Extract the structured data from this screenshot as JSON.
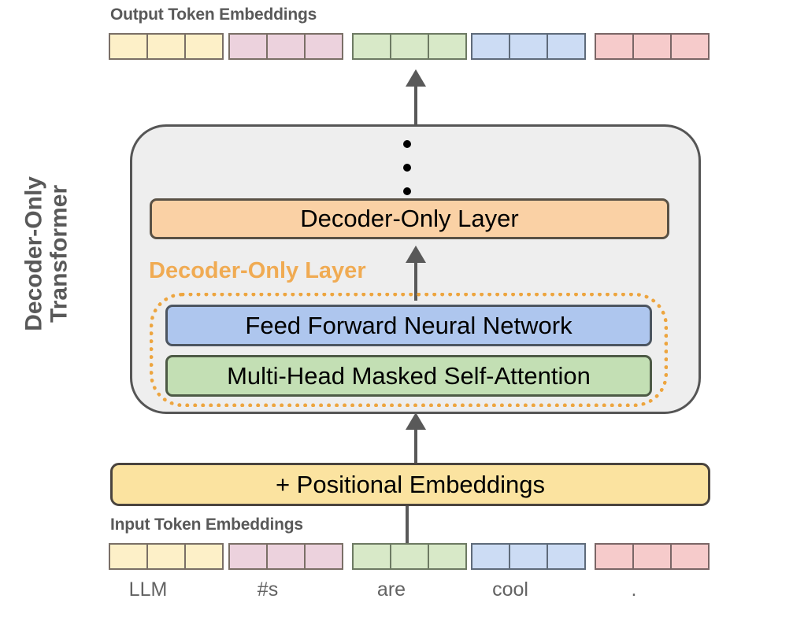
{
  "diagram": {
    "title_output": "Output Token Embeddings",
    "title_input": "Input Token Embeddings",
    "side_label_line1": "Decoder-Only",
    "side_label_line2": "Transformer"
  },
  "blocks": {
    "decoder_layer_top": "Decoder-Only Layer",
    "dotted_layer_label": "Decoder-Only Layer",
    "feed_forward": "Feed Forward Neural Network",
    "self_attention": "Multi-Head Masked Self-Attention",
    "positional": "+ Positional Embeddings"
  },
  "tokens": [
    {
      "word": "LLM",
      "color": "#fdf0c8",
      "border": "#7a6f66"
    },
    {
      "word": "#s",
      "color": "#ecd2dd",
      "border": "#7a6f66"
    },
    {
      "word": "are",
      "color": "#d8e9c8",
      "border": "#6d7a63"
    },
    {
      "word": "cool",
      "color": "#ccdcf4",
      "border": "#5f6b7a"
    },
    {
      "word": ".",
      "color": "#f6cbcb",
      "border": "#7a6666"
    }
  ],
  "output_tokens": [
    {
      "color": "#fdf0c8",
      "border": "#7a6f66"
    },
    {
      "color": "#ecd2dd",
      "border": "#7a6f66"
    },
    {
      "color": "#d8e9c8",
      "border": "#6d7a63"
    },
    {
      "color": "#ccdcf4",
      "border": "#5f6b7a"
    },
    {
      "color": "#f6cbcb",
      "border": "#7a6666"
    }
  ],
  "ellipsis_dots": 3,
  "colors": {
    "accent_orange": "#eda53f",
    "container_gray": "#eeeeee",
    "text_gray": "#595959",
    "arrow_gray": "#595959"
  }
}
